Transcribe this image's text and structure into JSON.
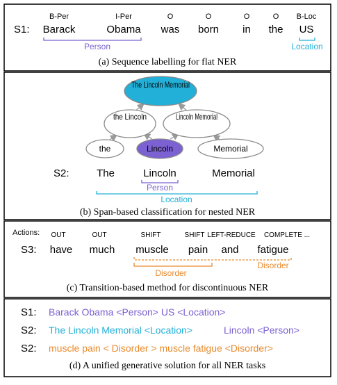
{
  "panel_a": {
    "sentence_id": "S1:",
    "tokens": [
      {
        "word": "Barack",
        "tag": "B-Per"
      },
      {
        "word": "Obama",
        "tag": "I-Per"
      },
      {
        "word": "was",
        "tag": "O"
      },
      {
        "word": "born",
        "tag": "O"
      },
      {
        "word": "in",
        "tag": "O"
      },
      {
        "word": "the",
        "tag": "O"
      },
      {
        "word": "US",
        "tag": "B-Loc"
      }
    ],
    "spans": [
      {
        "label": "Person",
        "color": "#7b61d1"
      },
      {
        "label": "Location",
        "color": "#22b0d8"
      }
    ],
    "caption": "(a) Sequence labelling for flat NER"
  },
  "panel_b": {
    "nodes": {
      "top": "The Lincoln Memorial",
      "mid_left": "the Lincoln",
      "mid_right": "Lincoln Memorial",
      "leaf_left": "the",
      "leaf_center": "Lincoln",
      "leaf_right": "Memorial"
    },
    "sentence_id": "S2:",
    "tokens": [
      "The",
      "Lincoln",
      "Memorial"
    ],
    "spans": [
      {
        "label": "Person",
        "color": "#7b61d1"
      },
      {
        "label": "Location",
        "color": "#22b0d8"
      }
    ],
    "caption": "(b) Span-based classification for nested NER"
  },
  "panel_c": {
    "actions_label": "Actions:",
    "actions": [
      "OUT",
      "OUT",
      "SHIFT",
      "SHIFT",
      "LEFT-REDUCE",
      "COMPLETE ..."
    ],
    "sentence_id": "S3:",
    "tokens": [
      "have",
      "much",
      "muscle",
      "pain",
      "and",
      "fatigue"
    ],
    "spans": [
      {
        "label": "Disorder",
        "color": "#e88a2c"
      },
      {
        "label": "Disorder",
        "color": "#e88a2c"
      }
    ],
    "caption": "(c) Transition-based method for discontinuous NER"
  },
  "panel_d": {
    "lines": [
      {
        "id": "S1:",
        "parts": [
          {
            "text": "Barack Obama <Person> US  <Location>",
            "color": "#7b61d1"
          }
        ]
      },
      {
        "id": "S2:",
        "parts": [
          {
            "text": "The Lincoln Memorial  <Location>",
            "color": "#22b0d8"
          },
          {
            "text": "Lincoln  <Person>",
            "color": "#7b61d1"
          }
        ]
      },
      {
        "id": "S2:",
        "parts": [
          {
            "text": "muscle pain < Disorder >  muscle fatigue  <Disorder>",
            "color": "#e88a2c"
          }
        ]
      }
    ],
    "caption": "(d)  A unified generative solution for all NER tasks"
  },
  "colors": {
    "person": "#7b61d1",
    "location": "#22b0d8",
    "disorder": "#e88a2c",
    "node_fill_top": "#22b0d8",
    "node_fill_center": "#7b61d1",
    "node_stroke": "#8a8a8a",
    "arrow": "#9a9a9a"
  }
}
